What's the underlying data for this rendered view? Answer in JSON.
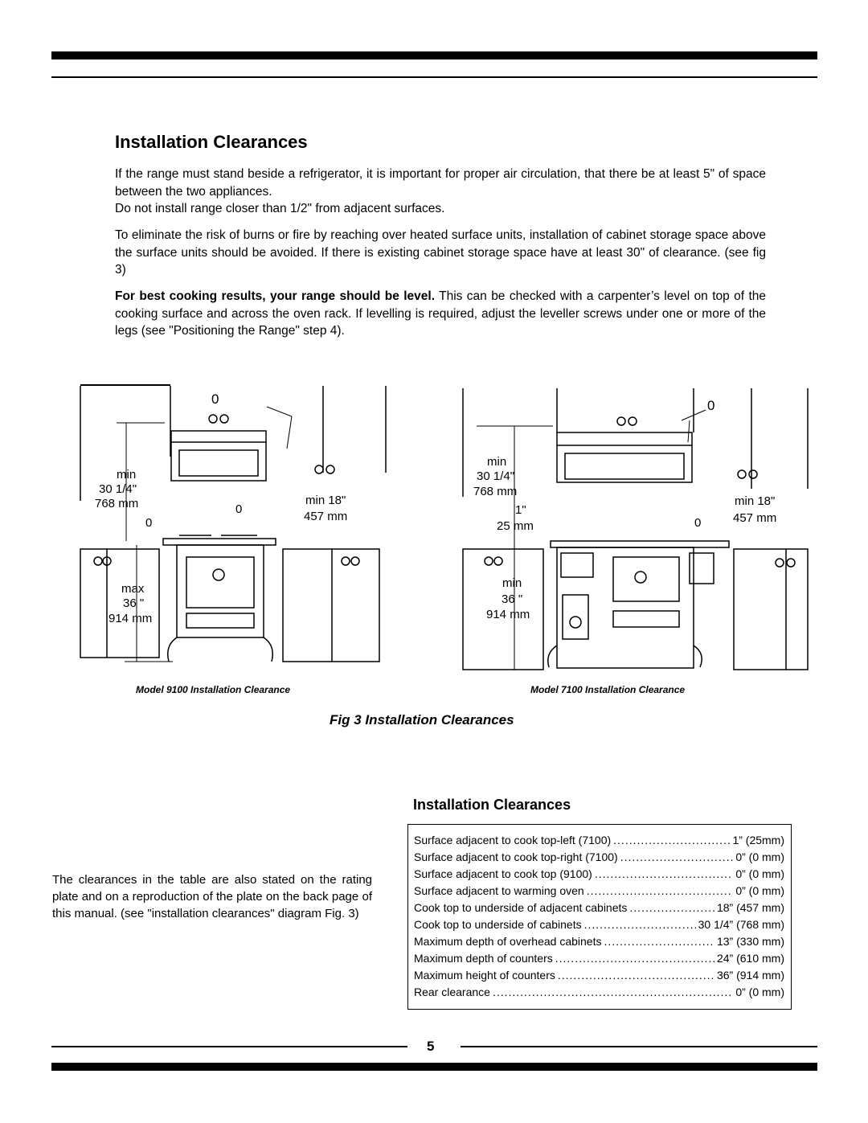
{
  "page": {
    "title": "Installation  Clearances",
    "para1": "If the range must stand beside a refrigerator, it is important for proper air circulation, that there be at least 5\" of space between the two appliances.",
    "para2": "Do not install range closer than 1/2\" from adjacent surfaces.",
    "para3": "To eliminate the risk of burns or fire by reaching over heated surface units, installation of cabinet storage space above the surface units should be avoided. If there is existing cabinet storage space have at least 30\" of clearance. (see fig 3)",
    "para4_bold": "For best cooking results, your range should be level.",
    "para4_rest": " This can be checked with a carpenter’s level on top of the cooking surface and across the oven rack. If levelling is required, adjust the leveller screws under one or more of the legs (see \"Positioning the Range\" step 4).",
    "page_number": "5"
  },
  "figure": {
    "caption": "Fig 3 Installation Clearances",
    "left": {
      "caption": "Model 9100 Installation Clearance",
      "zero_top": "0",
      "min_label": "min",
      "min_in": "30 1/4\"",
      "min_mm": "768 mm",
      "side_min": "min 18\"",
      "side_mm": "457 mm",
      "zero_mid": "0",
      "zero_left": "0",
      "max_label": "max",
      "max_in": "36 \"",
      "max_mm": "914 mm"
    },
    "right": {
      "caption": "Model 7100 Installation Clearance",
      "zero_top": "0",
      "min_label": "min",
      "min_in": "30 1/4\"",
      "min_mm": "768 mm",
      "gap_in": "1\"",
      "gap_mm": "25 mm",
      "side_min": "min 18\"",
      "side_mm": "457 mm",
      "zero_right": "0",
      "low_label": "min",
      "low_in": "36 \"",
      "low_mm": "914 mm"
    }
  },
  "table": {
    "title": "Installation Clearances",
    "rows": [
      {
        "label": "Surface adjacent to cook top-left (7100)",
        "value": "1” (25mm)"
      },
      {
        "label": "Surface adjacent to cook top-right (7100)",
        "value": "0” (0 mm)"
      },
      {
        "label": "Surface adjacent to cook top (9100)",
        "value": "0” (0 mm)"
      },
      {
        "label": "Surface adjacent to warming oven",
        "value": "0” (0 mm)"
      },
      {
        "label": "Cook top to underside of adjacent cabinets",
        "value": "18” (457 mm)"
      },
      {
        "label": "Cook top to underside of cabinets",
        "value": "30 1/4” (768 mm)"
      },
      {
        "label": "Maximum depth of overhead cabinets",
        "value": "13” (330 mm)"
      },
      {
        "label": "Maximum depth of counters",
        "value": "24” (610 mm)"
      },
      {
        "label": "Maximum height of counters",
        "value": "36” (914 mm)"
      },
      {
        "label": "Rear clearance",
        "value": "0” (0 mm)"
      }
    ],
    "note": "The clearances in the table are also stated on the rating plate and on a reproduction of the plate on the back page of this manual.   (see \"installation clearances\" diagram Fig. 3)"
  }
}
